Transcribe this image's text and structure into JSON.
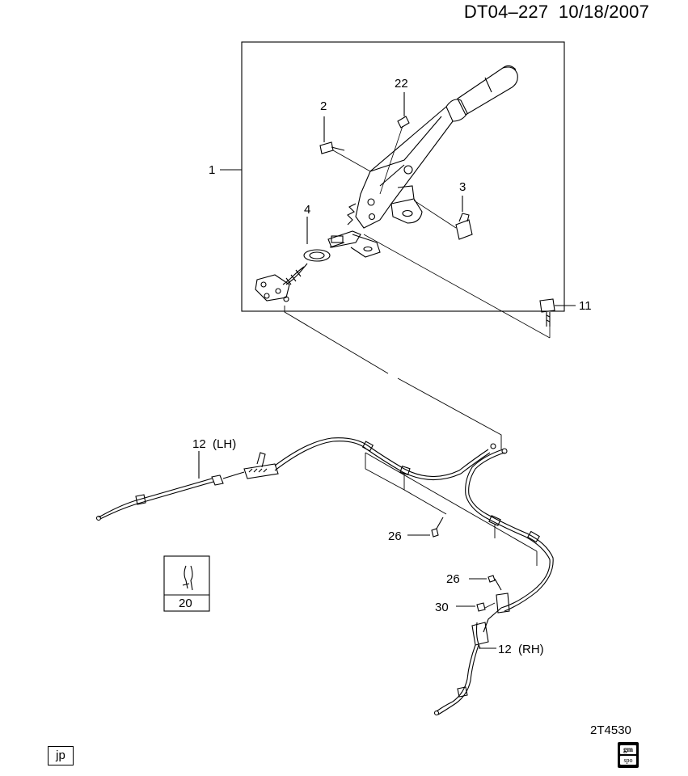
{
  "header": {
    "doc_id": "DT04–227",
    "date": "10/18/2007"
  },
  "callouts": {
    "c1": "1",
    "c2": "2",
    "c3": "3",
    "c4": "4",
    "c11": "11",
    "c22": "22",
    "c12lh": "12  (LH)",
    "c12rh": "12  (RH)",
    "c26a": "26",
    "c26b": "26",
    "c30": "30",
    "c20": "20"
  },
  "footer": {
    "ref": "2T4530",
    "lang": "jp",
    "logo_top": "gm",
    "logo_bottom": "spo"
  }
}
